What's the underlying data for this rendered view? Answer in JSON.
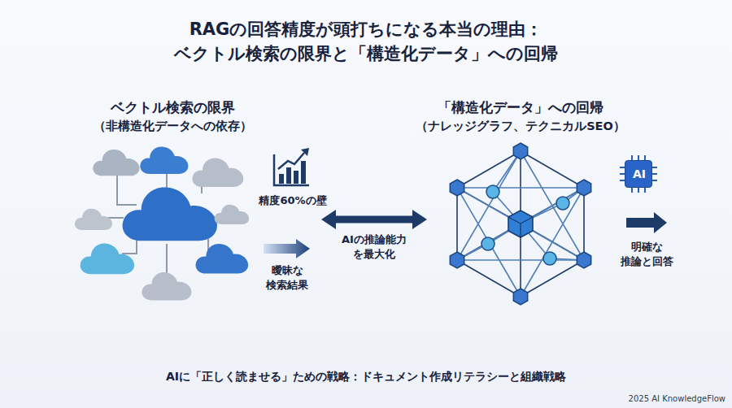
{
  "diagram": {
    "title": "RAGの回答精度が頭打ちになる本当の理由： ベクトル検索の限界と「構造化データ」への回帰",
    "caption": "AIに「正しく読ませる」ための戦略：ドキュメント作成リテラシーと組織戦略",
    "nodes": [
      {
        "text": [
          "ベクトル検索の限界",
          "（非構造化データへの依存）"
        ]
      },
      {
        "text": [
          "「構造化データ」への回帰",
          "（ナレッジグラフ、テクニカルSEO）"
        ]
      },
      {
        "text": [
          "AI"
        ]
      }
    ],
    "edges": [
      {
        "from": 0,
        "to": 1,
        "label": "AIの推論能力 を最大化",
        "arrow": "both"
      }
    ],
    "labels": [
      "精度60%の壁",
      "曖昧な 検索結果",
      "明確な 推論と回答",
      "2025 AI KnowledgeFlow"
    ]
  }
}
